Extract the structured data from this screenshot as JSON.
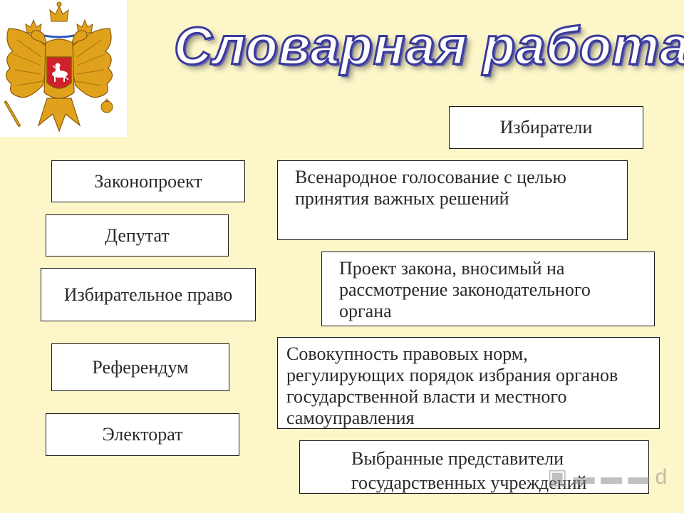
{
  "title": "Словарная работа",
  "terms": [
    "Законопроект",
    "Депутат",
    "Избирательное право",
    "Референдум",
    "Электорат"
  ],
  "definitions": [
    "Избиратели",
    "Всенародное голосование с целью принятия важных решений",
    "Проект закона, вносимый на рассмотрение законодательного органа",
    "Совокупность правовых норм, регулирующих порядок избрания органов государственной власти и местного самоуправления",
    "Выбранные представители государственных учреждений"
  ],
  "colors": {
    "background": "#fcf6c9",
    "title_fill": "#ffffff",
    "title_outline": "#3a3a9a",
    "emblem_gold": "#e0a21c",
    "emblem_red": "#d0202a"
  },
  "icons": [
    "russian-coat-of-arms-emblem"
  ]
}
